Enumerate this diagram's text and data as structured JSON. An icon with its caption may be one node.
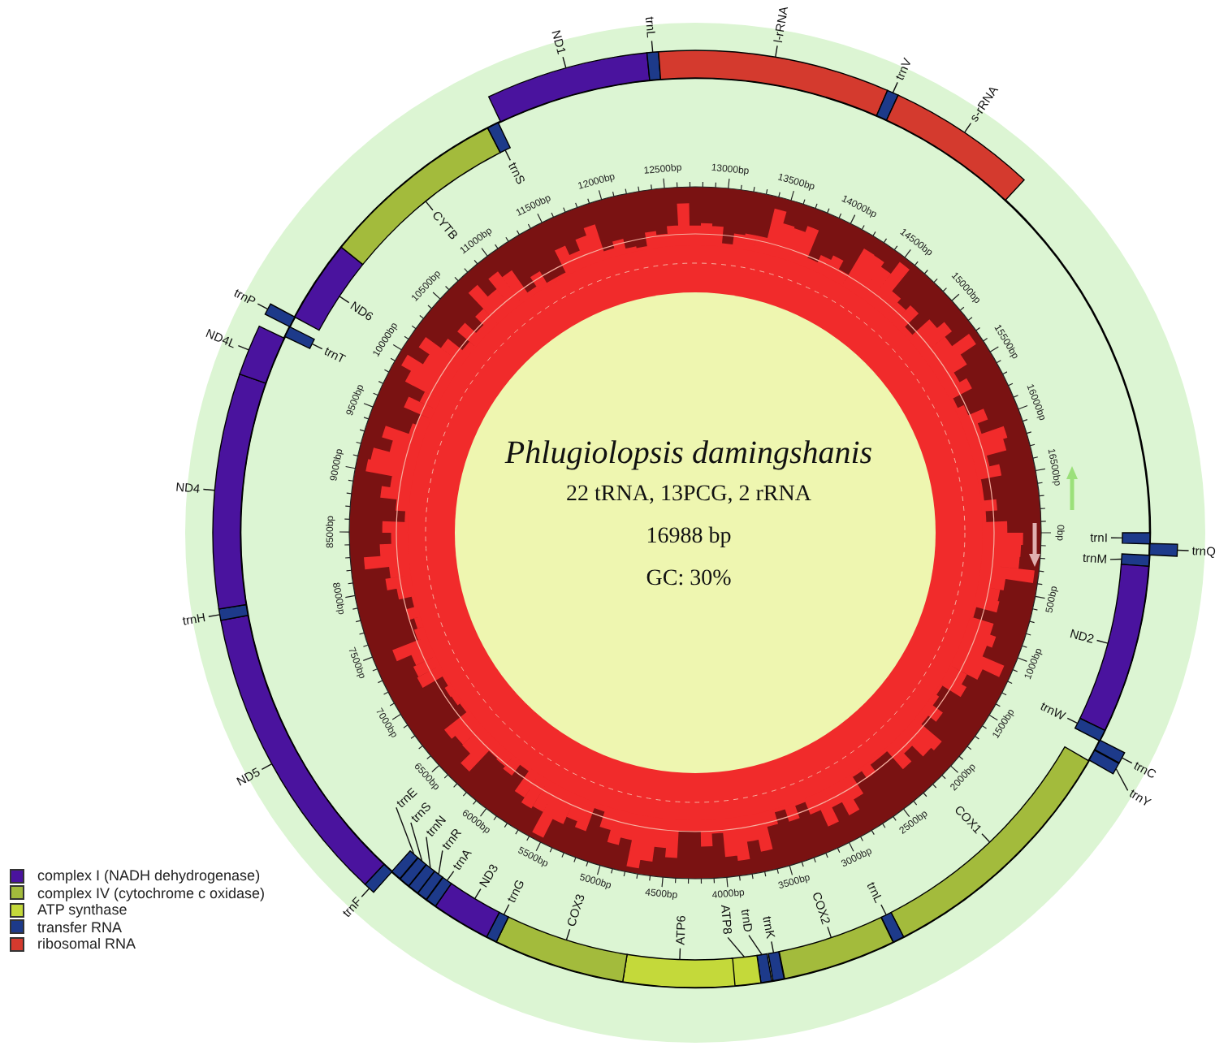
{
  "diagram": {
    "title": "Phlugiolopsis damingshanis",
    "nodes": [
      {
        "text": [
          "trnI"
        ]
      },
      {
        "text": [
          "trnQ"
        ]
      },
      {
        "text": [
          "trnM"
        ]
      },
      {
        "text": [
          "ND2"
        ]
      },
      {
        "text": [
          "trnW"
        ]
      },
      {
        "text": [
          "trnC"
        ]
      },
      {
        "text": [
          "trnY"
        ]
      },
      {
        "text": [
          "COX1"
        ]
      },
      {
        "text": [
          "trnL"
        ]
      },
      {
        "text": [
          "COX2"
        ]
      },
      {
        "text": [
          "trnK"
        ]
      },
      {
        "text": [
          "trnD"
        ]
      },
      {
        "text": [
          "ATP8"
        ]
      },
      {
        "text": [
          "ATP6"
        ]
      },
      {
        "text": [
          "COX3"
        ]
      },
      {
        "text": [
          "trnG"
        ]
      },
      {
        "text": [
          "ND3"
        ]
      },
      {
        "text": [
          "trnA"
        ]
      },
      {
        "text": [
          "trnR"
        ]
      },
      {
        "text": [
          "trnN"
        ]
      },
      {
        "text": [
          "trnS"
        ]
      },
      {
        "text": [
          "trnE"
        ]
      },
      {
        "text": [
          "trnF"
        ]
      },
      {
        "text": [
          "ND5"
        ]
      },
      {
        "text": [
          "trnH"
        ]
      },
      {
        "text": [
          "ND4"
        ]
      },
      {
        "text": [
          "ND4L"
        ]
      },
      {
        "text": [
          "trnT"
        ]
      },
      {
        "text": [
          "trnP"
        ]
      },
      {
        "text": [
          "ND6"
        ]
      },
      {
        "text": [
          "CYTB"
        ]
      },
      {
        "text": [
          "trnS"
        ]
      },
      {
        "text": [
          "ND1"
        ]
      },
      {
        "text": [
          "trnL"
        ]
      },
      {
        "text": [
          "l-rRNA"
        ]
      },
      {
        "text": [
          "trnV"
        ]
      },
      {
        "text": [
          "s-rRNA"
        ]
      },
      {
        "text": [],
        "shape": "bar"
      },
      {
        "text": [],
        "shape": "bar"
      },
      {
        "text": [],
        "shape": "bar"
      },
      {
        "text": [],
        "shape": "bar"
      },
      {
        "text": [],
        "shape": "bar"
      },
      {
        "text": [],
        "shape": "bar"
      },
      {
        "text": [],
        "shape": "bar"
      },
      {
        "text": [],
        "shape": "bar"
      },
      {
        "text": [],
        "shape": "bar"
      },
      {
        "text": [],
        "shape": "bar"
      },
      {
        "text": [],
        "shape": "bar"
      },
      {
        "text": [],
        "shape": "bar"
      },
      {
        "text": [],
        "shape": "bar"
      },
      {
        "text": [],
        "shape": "bar"
      },
      {
        "text": [],
        "shape": "bar"
      },
      {
        "text": [],
        "shape": "bar"
      },
      {
        "text": [],
        "shape": "bar"
      },
      {
        "text": [],
        "shape": "bar"
      },
      {
        "text": [],
        "shape": "bar"
      },
      {
        "text": [],
        "shape": "bar"
      },
      {
        "text": [],
        "shape": "bar"
      },
      {
        "text": [],
        "shape": "bar"
      },
      {
        "text": [],
        "shape": "bar"
      },
      {
        "text": [],
        "shape": "bar"
      },
      {
        "text": [],
        "shape": "bar"
      },
      {
        "text": [],
        "shape": "bar"
      },
      {
        "text": [],
        "shape": "bar"
      },
      {
        "text": [],
        "shape": "bar"
      },
      {
        "text": [],
        "shape": "bar"
      },
      {
        "text": [],
        "shape": "bar"
      },
      {
        "text": [],
        "shape": "bar"
      },
      {
        "text": [],
        "shape": "bar"
      },
      {
        "text": [],
        "shape": "bar"
      },
      {
        "text": [],
        "shape": "bar"
      },
      {
        "text": [],
        "shape": "bar"
      },
      {
        "text": [],
        "shape": "bar"
      },
      {
        "text": [],
        "shape": "bar"
      }
    ],
    "edges": [
      {
        "from": 0,
        "to": 37,
        "arrow": "none"
      },
      {
        "from": 1,
        "to": 38,
        "arrow": "none"
      },
      {
        "from": 2,
        "to": 39,
        "arrow": "none"
      },
      {
        "from": 3,
        "to": 40,
        "arrow": "none"
      },
      {
        "from": 4,
        "to": 41,
        "arrow": "none"
      },
      {
        "from": 5,
        "to": 42,
        "arrow": "none"
      },
      {
        "from": 6,
        "to": 43,
        "arrow": "none"
      },
      {
        "from": 7,
        "to": 44,
        "arrow": "none"
      },
      {
        "from": 8,
        "to": 45,
        "arrow": "none"
      },
      {
        "from": 9,
        "to": 46,
        "arrow": "none"
      },
      {
        "from": 10,
        "to": 47,
        "arrow": "none"
      },
      {
        "from": 11,
        "to": 48,
        "arrow": "none"
      },
      {
        "from": 12,
        "to": 49,
        "arrow": "none"
      },
      {
        "from": 13,
        "to": 50,
        "arrow": "none"
      },
      {
        "from": 14,
        "to": 51,
        "arrow": "none"
      },
      {
        "from": 15,
        "to": 52,
        "arrow": "none"
      },
      {
        "from": 16,
        "to": 53,
        "arrow": "none"
      },
      {
        "from": 17,
        "to": 54,
        "arrow": "none"
      },
      {
        "from": 18,
        "to": 55,
        "arrow": "none"
      },
      {
        "from": 19,
        "to": 56,
        "arrow": "none"
      },
      {
        "from": 20,
        "to": 57,
        "arrow": "none"
      },
      {
        "from": 21,
        "to": 58,
        "arrow": "none"
      },
      {
        "from": 22,
        "to": 59,
        "arrow": "none"
      },
      {
        "from": 23,
        "to": 60,
        "arrow": "none"
      },
      {
        "from": 24,
        "to": 61,
        "arrow": "none"
      },
      {
        "from": 25,
        "to": 62,
        "arrow": "none"
      },
      {
        "from": 26,
        "to": 63,
        "arrow": "none"
      },
      {
        "from": 27,
        "to": 64,
        "arrow": "none"
      },
      {
        "from": 28,
        "to": 65,
        "arrow": "none"
      },
      {
        "from": 29,
        "to": 66,
        "arrow": "none"
      },
      {
        "from": 30,
        "to": 67,
        "arrow": "none"
      },
      {
        "from": 31,
        "to": 68,
        "arrow": "none"
      },
      {
        "from": 32,
        "to": 69,
        "arrow": "none"
      },
      {
        "from": 33,
        "to": 70,
        "arrow": "none"
      },
      {
        "from": 34,
        "to": 71,
        "arrow": "none"
      },
      {
        "from": 35,
        "to": 72,
        "arrow": "none"
      },
      {
        "from": 36,
        "to": 73,
        "arrow": "none"
      }
    ],
    "labels": [
      "0bp",
      "500bp",
      "1000bp",
      "1500bp",
      "2000bp",
      "2500bp",
      "3000bp",
      "3500bp",
      "4000bp",
      "4500bp",
      "5000bp",
      "5500bp",
      "6000bp",
      "6500bp",
      "7000bp",
      "7500bp",
      "8000bp",
      "8500bp",
      "9000bp",
      "9500bp",
      "10000bp",
      "10500bp",
      "11000bp",
      "11500bp",
      "12000bp",
      "12500bp",
      "13000bp",
      "13500bp",
      "14000bp",
      "14500bp",
      "15000bp",
      "15500bp",
      "16000bp",
      "16500bp",
      "22 tRNA, 13PCG, 2 rRNA",
      "16988 bp",
      "GC: 30%"
    ],
    "legend": [
      {
        "text": "complex I (NADH dehydrogenase)",
        "color": "#4a139e"
      },
      {
        "text": "complex IV (cytochrome c oxidase)",
        "color": "#a3bb3c"
      },
      {
        "text": "ATP synthase",
        "color": "#c4d93a"
      },
      {
        "text": "transfer RNA",
        "color": "#1d3a8a"
      },
      {
        "text": "ribosomal RNA",
        "color": "#d43a2e"
      }
    ]
  }
}
